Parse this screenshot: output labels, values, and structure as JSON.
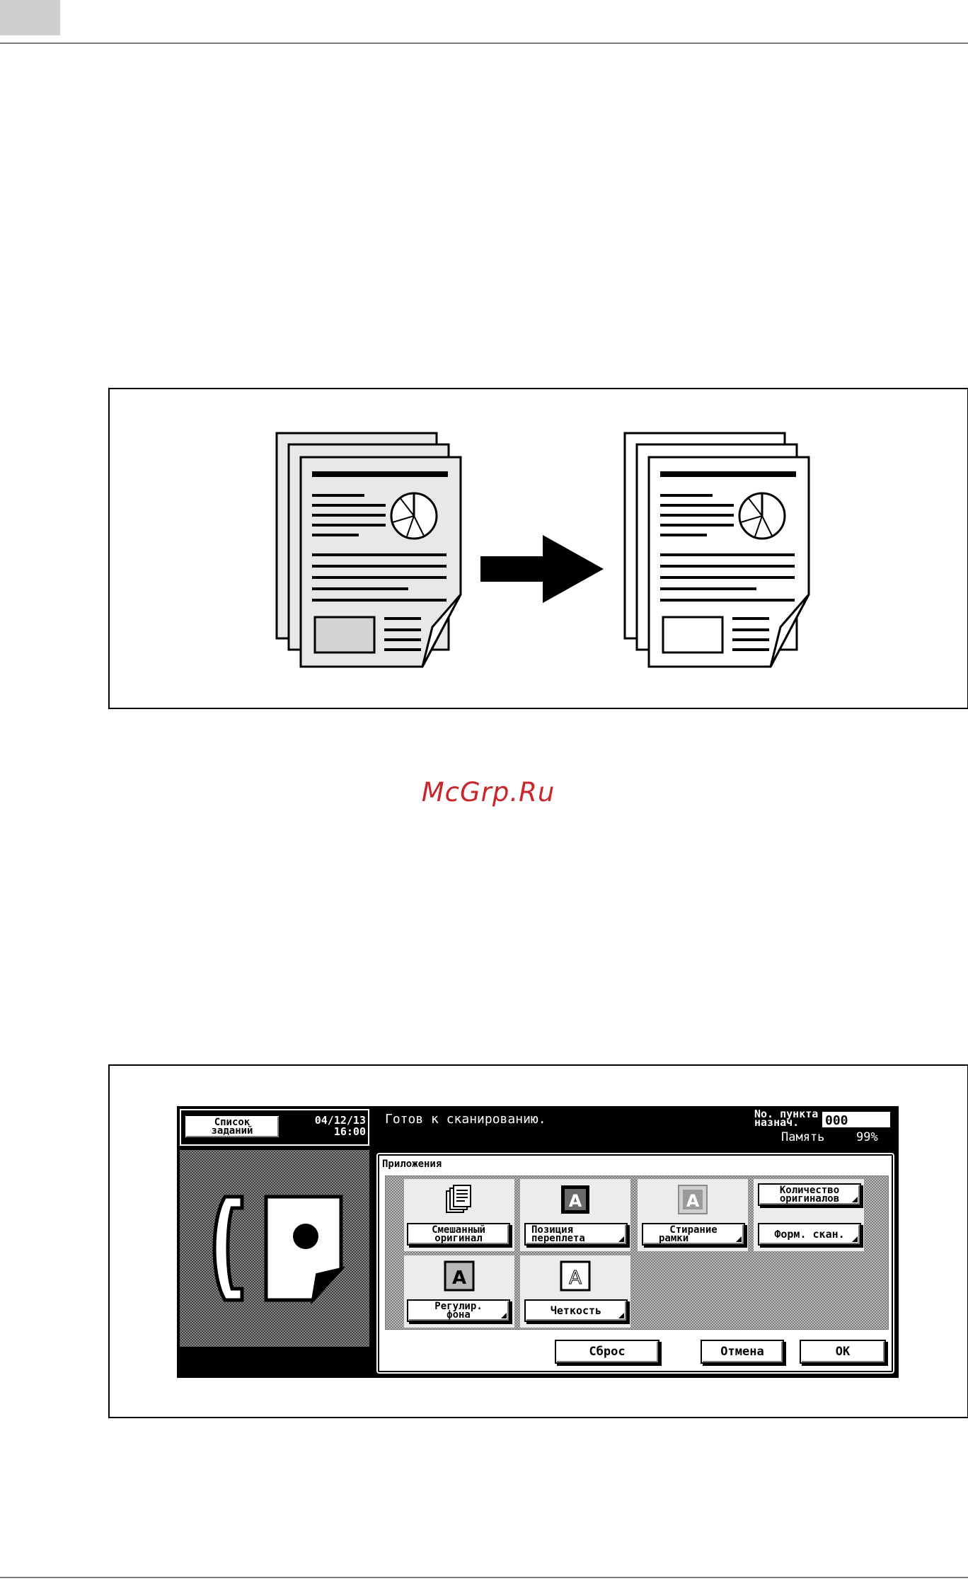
{
  "watermark": "McGrp.Ru",
  "panel": {
    "job_list_button": [
      "Список",
      "заданий"
    ],
    "date": "04/12/13",
    "time": "16:00",
    "status_message": "Готов к сканированию.",
    "destination_label": [
      "No. пункта",
      "назнач."
    ],
    "destination_value": "000",
    "memory_label": "Память",
    "memory_value": "99%",
    "section_title": "Приложения",
    "functions": [
      {
        "id": "mixed-original",
        "label": [
          "Смешанный",
          "оригинал"
        ],
        "icon": "stacked-pages-icon",
        "has_submenu": false
      },
      {
        "id": "binding-position",
        "label": [
          "Позиция",
          "переплета"
        ],
        "icon": "letter-a-dark-icon",
        "has_submenu": true
      },
      {
        "id": "frame-erase",
        "label": [
          "Стирание",
          "рамки"
        ],
        "icon": "letter-a-gray-icon",
        "has_submenu": true
      },
      {
        "id": "original-count",
        "label": [
          "Количество",
          "оригиналов"
        ],
        "icon": "",
        "has_submenu": true
      },
      {
        "id": "scan-format",
        "label": [
          "Форм. скан."
        ],
        "icon": "",
        "has_submenu": true
      },
      {
        "id": "background-adjust",
        "label": [
          "Регулир.",
          "фона"
        ],
        "icon": "letter-a-dotted-icon",
        "has_submenu": true
      },
      {
        "id": "sharpness",
        "label": [
          "Четкость"
        ],
        "icon": "letter-a-outline-icon",
        "has_submenu": true
      }
    ],
    "reset_button": "Сброс",
    "cancel_button": "Отмена",
    "ok_button": "OK"
  }
}
